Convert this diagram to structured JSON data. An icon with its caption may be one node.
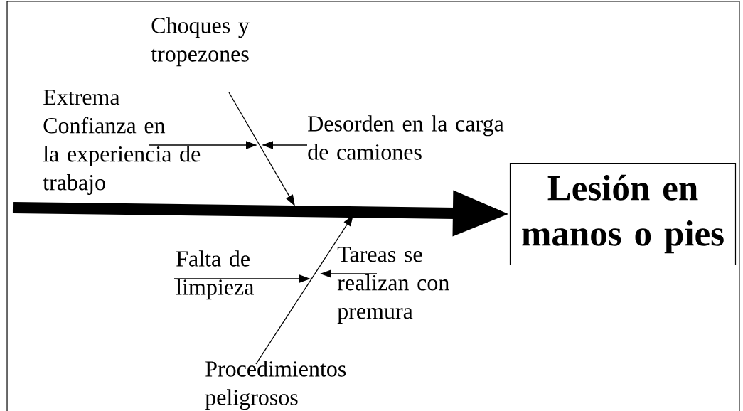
{
  "diagram": {
    "nodes": [
      {
        "text": [
          "Lesión en manos o pies"
        ]
      },
      {
        "text": [
          "Choques y tropezones"
        ]
      },
      {
        "text": [
          "Extrema Confianza en la experiencia de trabajo"
        ]
      },
      {
        "text": [
          "Desorden en la carga de camiones"
        ]
      },
      {
        "text": [
          "Falta de limpieza"
        ]
      },
      {
        "text": [
          "Tareas se realizan con premura"
        ]
      },
      {
        "text": [
          "Procedimientos peligrosos"
        ]
      }
    ],
    "edges": [
      {
        "from": null,
        "to": 0,
        "arrow": "to",
        "style": "thick"
      },
      {
        "from": 1,
        "to": null,
        "arrow": "to"
      },
      {
        "from": 2,
        "to": null,
        "arrow": "to"
      },
      {
        "from": 3,
        "to": null,
        "arrow": "to"
      },
      {
        "from": 6,
        "to": null,
        "arrow": "to"
      },
      {
        "from": 4,
        "to": null,
        "arrow": "to"
      },
      {
        "from": 5,
        "to": null,
        "arrow": "to"
      }
    ]
  }
}
